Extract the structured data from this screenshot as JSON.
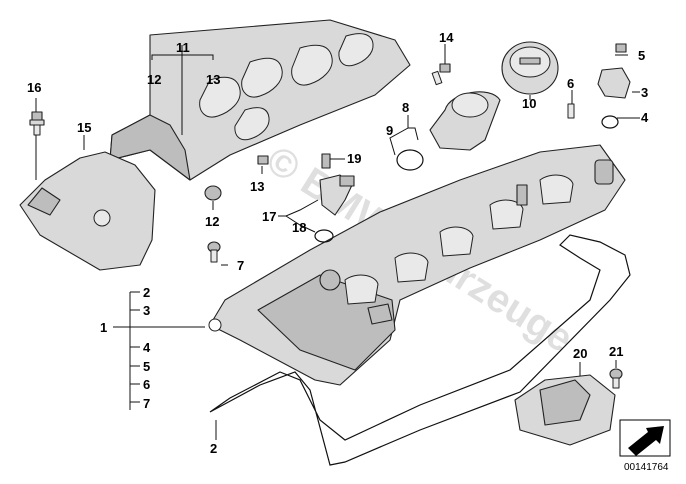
{
  "diagram": {
    "watermark": "© BMW Fahrzeuge",
    "document_number": "00141764",
    "callouts": {
      "c1": "1",
      "c2_list": "2",
      "c3_list": "3",
      "c4_list": "4",
      "c5_list": "5",
      "c6_list": "6",
      "c7_list": "7",
      "c2_gasket": "2",
      "c3": "3",
      "c4": "4",
      "c5": "5",
      "c6": "6",
      "c7": "7",
      "c8": "8",
      "c9": "9",
      "c10": "10",
      "c11": "11",
      "c12_top": "12",
      "c13_top": "13",
      "c12": "12",
      "c13": "13",
      "c14": "14",
      "c15": "15",
      "c16": "16",
      "c17": "17",
      "c18": "18",
      "c19": "19",
      "c20": "20",
      "c21": "21"
    },
    "icons": [
      "arrow-box-icon"
    ]
  }
}
